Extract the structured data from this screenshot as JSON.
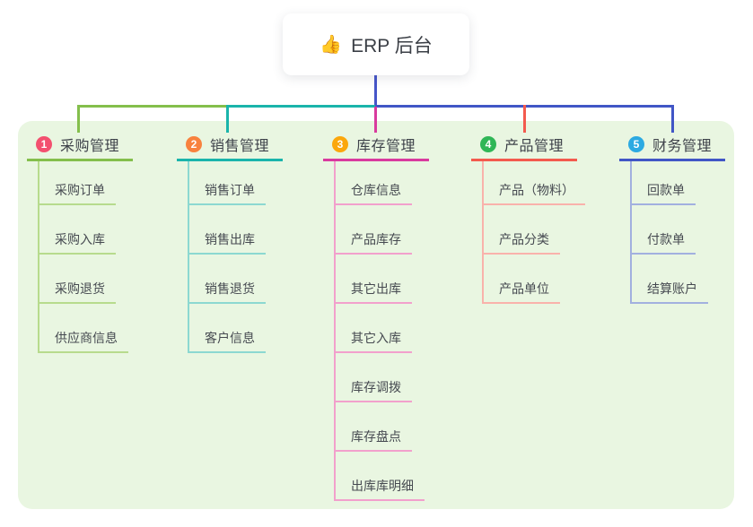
{
  "root": {
    "icon": "👍",
    "label": "ERP 后台"
  },
  "colors": {
    "background_panel": "#e9f6e1",
    "root_stem": "#4656c9",
    "card_background": "#ffffff"
  },
  "branches": [
    {
      "number": "1",
      "label": "采购管理",
      "badge_color": "#f3506f",
      "line_color": "#84bf4c",
      "child_line_color": "#b7db8d",
      "children": [
        "采购订单",
        "采购入库",
        "采购退货",
        "供应商信息"
      ]
    },
    {
      "number": "2",
      "label": "销售管理",
      "badge_color": "#f8823e",
      "line_color": "#1ab4ab",
      "child_line_color": "#8cd8d1",
      "children": [
        "销售订单",
        "销售出库",
        "销售退货",
        "客户信息"
      ]
    },
    {
      "number": "3",
      "label": "库存管理",
      "badge_color": "#fba70c",
      "line_color": "#d93a9e",
      "child_line_color": "#f2a0cc",
      "children": [
        "仓库信息",
        "产品库存",
        "其它出库",
        "其它入库",
        "库存调拨",
        "库存盘点",
        "出库库明细"
      ]
    },
    {
      "number": "4",
      "label": "产品管理",
      "badge_color": "#2fb656",
      "line_color": "#f35a4e",
      "child_line_color": "#f9b2ab",
      "children": [
        "产品（物料）",
        "产品分类",
        "产品单位"
      ]
    },
    {
      "number": "5",
      "label": "财务管理",
      "badge_color": "#2caae2",
      "line_color": "#4156c6",
      "child_line_color": "#a2b0df",
      "children": [
        "回款单",
        "付款单",
        "结算账户"
      ]
    }
  ]
}
